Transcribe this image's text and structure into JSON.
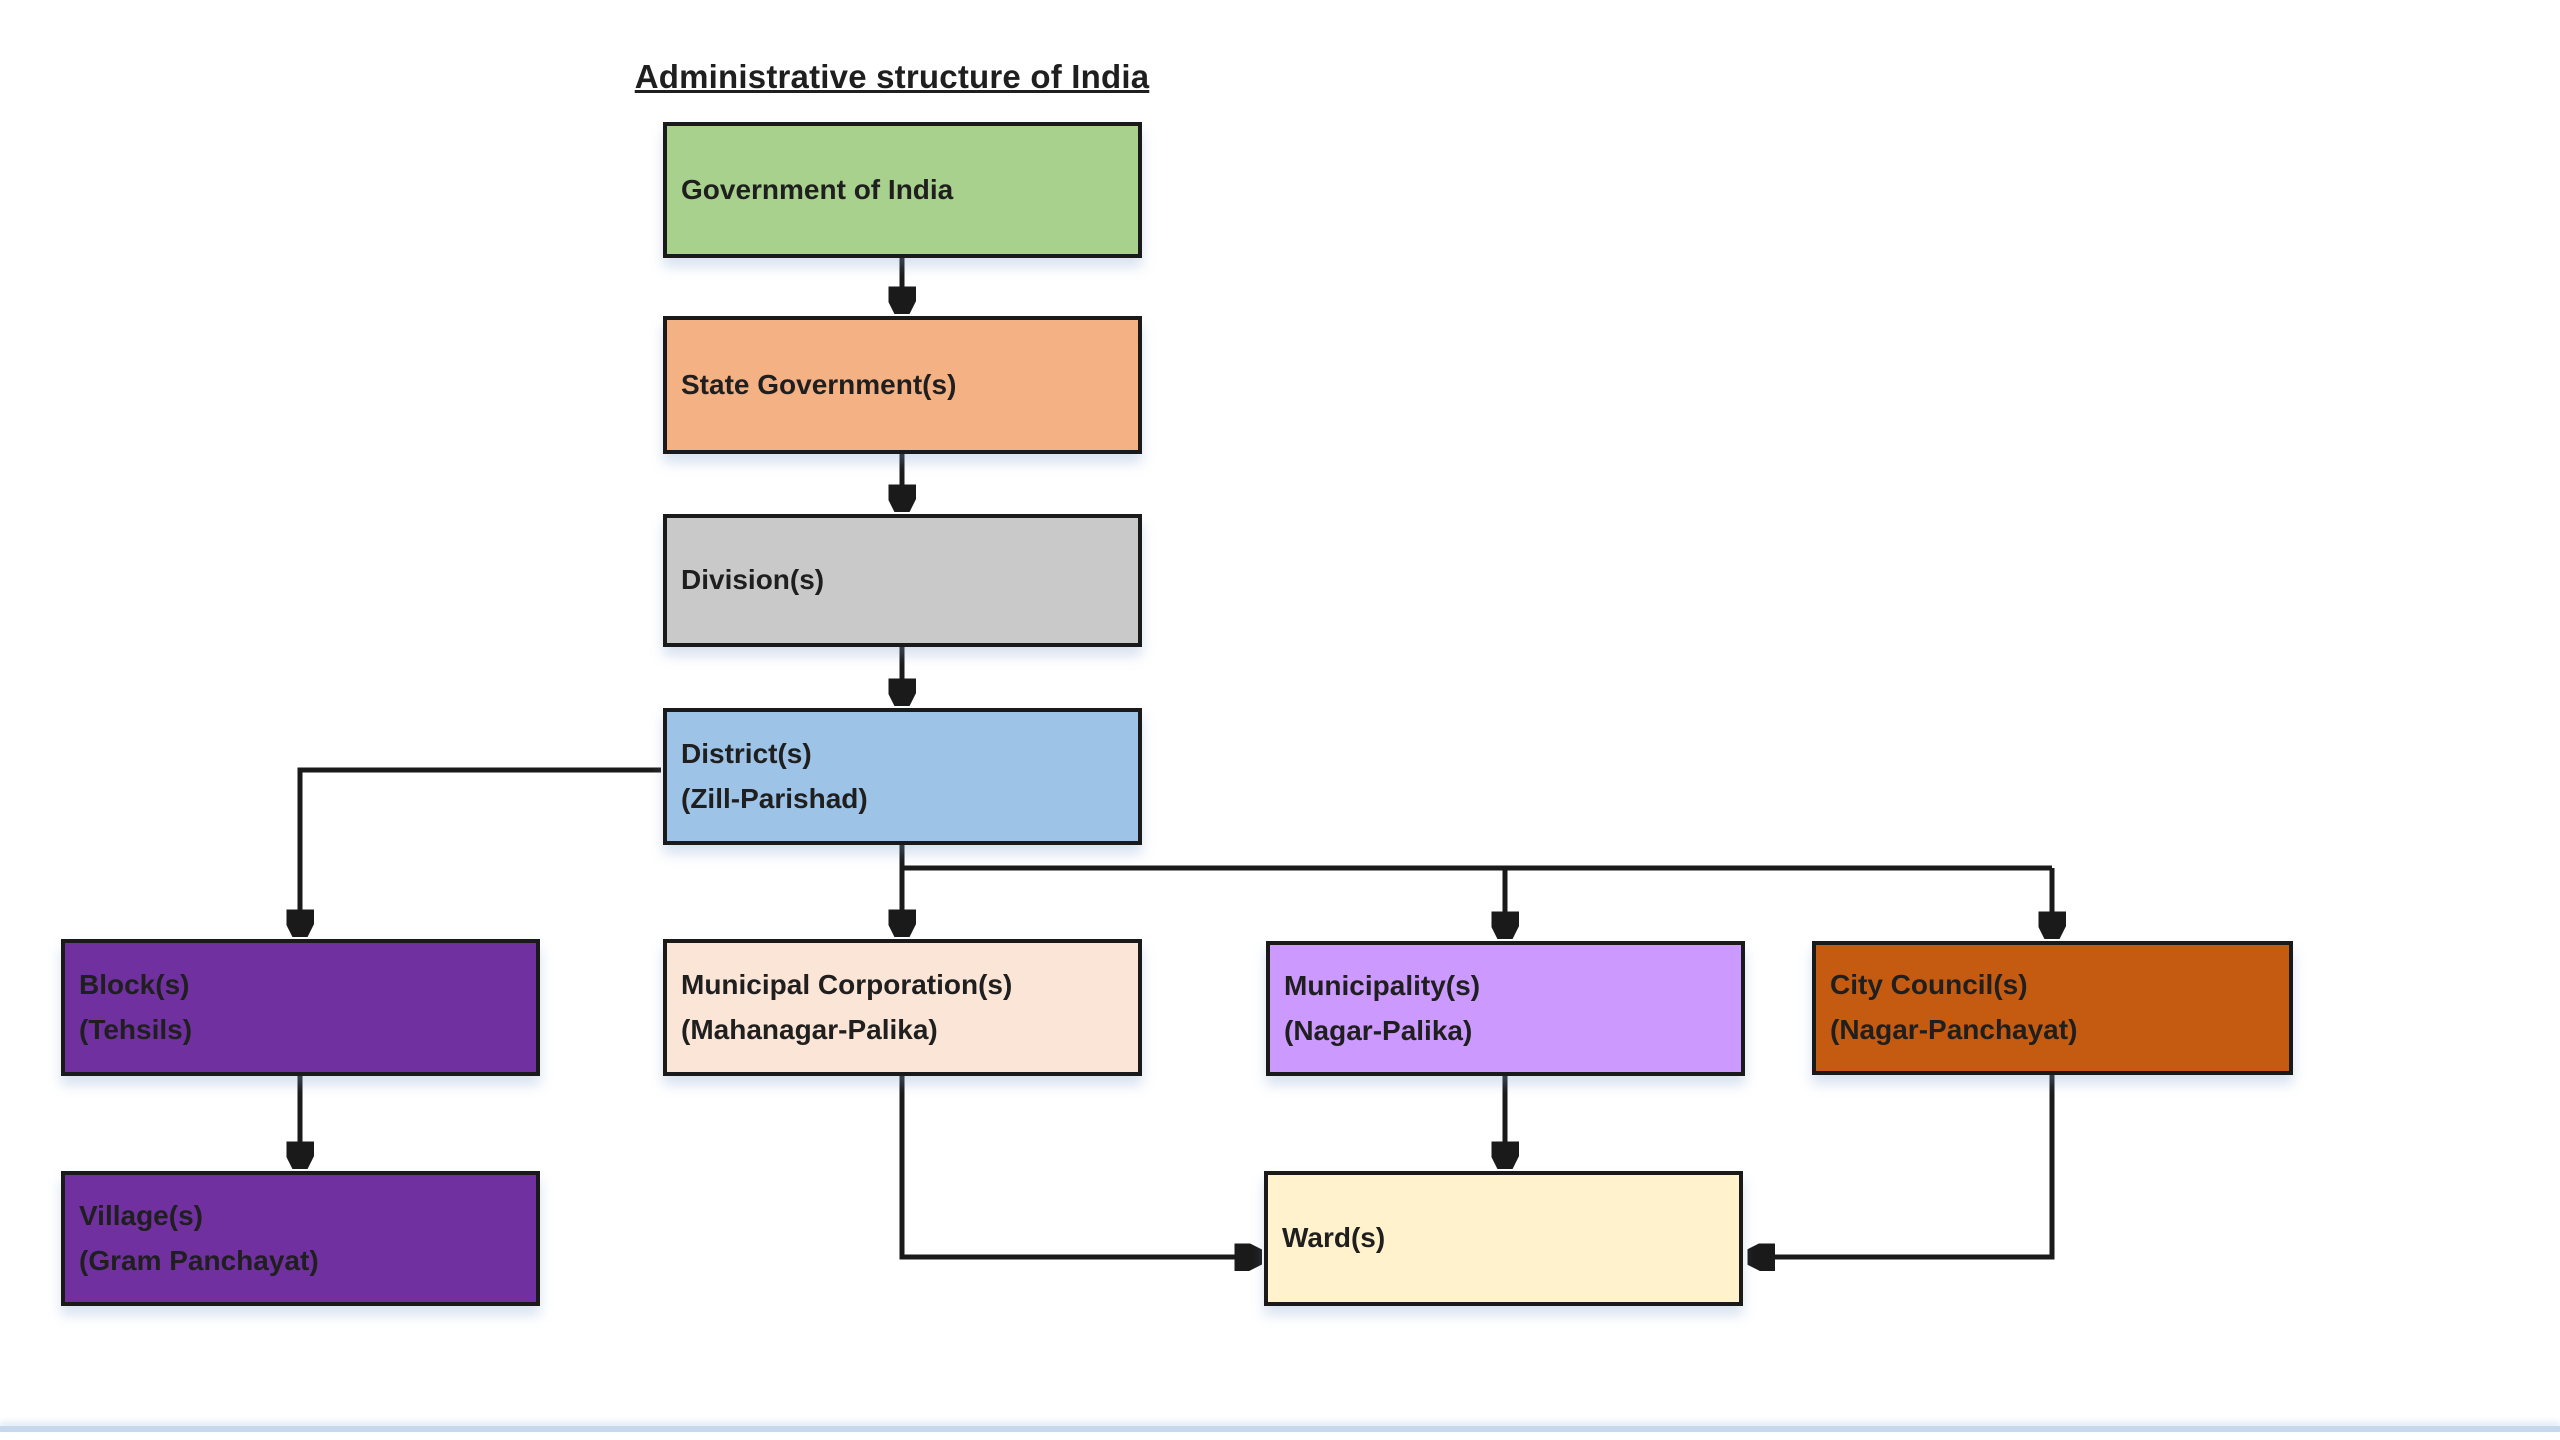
{
  "title": "Administrative structure of India",
  "palette": {
    "line": "#1a1a1a",
    "text": "#1f1f1f",
    "page_bottom_line": "#c5d8ec"
  },
  "nodes": [
    {
      "id": "government_of_india",
      "line1": "Government of India",
      "line2": "",
      "color": "#a9d18e"
    },
    {
      "id": "state_government",
      "line1": "State Government(s)",
      "line2": "",
      "color": "#f4b183"
    },
    {
      "id": "division",
      "line1": "Division(s)",
      "line2": "",
      "color": "#c9c9c9"
    },
    {
      "id": "district",
      "line1": "District(s)",
      "line2": "(Zill-Parishad)",
      "color": "#9dc3e6"
    },
    {
      "id": "block",
      "line1": "Block(s)",
      "line2": "(Tehsils)",
      "color": "#7030a0"
    },
    {
      "id": "village",
      "line1": "Village(s)",
      "line2": "(Gram Panchayat)",
      "color": "#7030a0"
    },
    {
      "id": "municipal_corporation",
      "line1": "Municipal Corporation(s)",
      "line2": "(Mahanagar-Palika)",
      "color": "#fbe5d6"
    },
    {
      "id": "municipality",
      "line1": "Municipality(s)",
      "line2": "(Nagar-Palika)",
      "color": "#cc99ff"
    },
    {
      "id": "city_council",
      "line1": "City Council(s)",
      "line2": "(Nagar-Panchayat)",
      "color": "#c55a11"
    },
    {
      "id": "ward",
      "line1": "Ward(s)",
      "line2": "",
      "color": "#fff2cc"
    }
  ]
}
